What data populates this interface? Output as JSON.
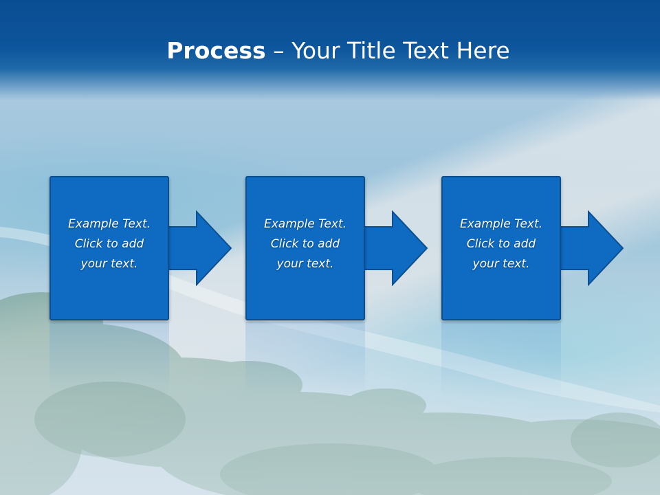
{
  "slide": {
    "title_bold": "Process",
    "title_rest": " – Your Title Text Here"
  },
  "steps": [
    {
      "line1": "Example Text.",
      "line2": "Click  to add",
      "line3": "your text."
    },
    {
      "line1": "Example Text.",
      "line2": "Click  to add",
      "line3": "your text."
    },
    {
      "line1": "Example Text.",
      "line2": "Click  to add",
      "line3": "your text."
    }
  ],
  "colors": {
    "title_band": "#0a4d92",
    "step_fill": "#0f6ac1",
    "step_border": "#0c4f91",
    "text": "#ffffff"
  },
  "icons": {
    "step_connector": "right-arrow-icon"
  }
}
